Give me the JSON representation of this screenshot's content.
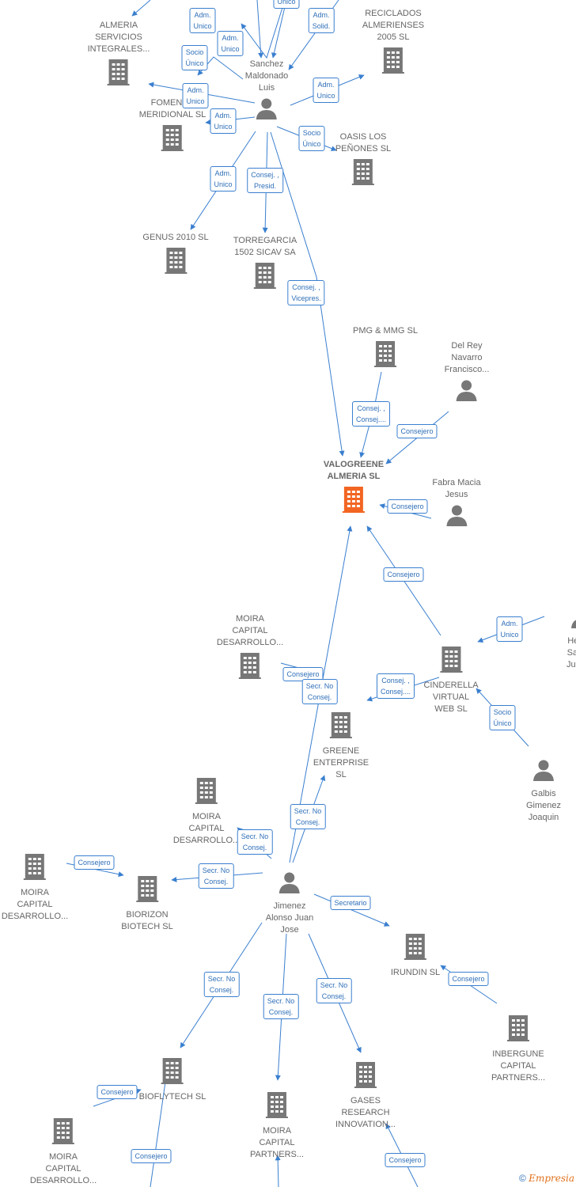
{
  "colors": {
    "edge": "#3a7fcf",
    "icon": "#777777",
    "focus_icon": "#f26522"
  },
  "nodes": [
    {
      "id": "alm_serv",
      "type": "company",
      "label": [
        "ALMERIA",
        "SERVICIOS",
        "INTEGRALES..."
      ]
    },
    {
      "id": "reciclados",
      "type": "company",
      "label": [
        "RECICLADOS",
        "ALMERIENSES",
        "2005 SL"
      ]
    },
    {
      "id": "sanchez",
      "type": "person",
      "label": [
        "Sanchez",
        "Maldonado",
        "Luis"
      ]
    },
    {
      "id": "fomento",
      "type": "company",
      "label": [
        "FOMENTO",
        "MERIDIONAL SL"
      ]
    },
    {
      "id": "oasis",
      "type": "company",
      "label": [
        "OASIS LOS",
        "PEÑONES SL"
      ]
    },
    {
      "id": "genus",
      "type": "company",
      "label": [
        "GENUS 2010 SL"
      ]
    },
    {
      "id": "torre",
      "type": "company",
      "label": [
        "TORREGARCIA",
        "1502 SICAV SA"
      ]
    },
    {
      "id": "pmg",
      "type": "company",
      "label": [
        "PMG & MMG SL"
      ]
    },
    {
      "id": "delrey",
      "type": "person",
      "label": [
        "Del Rey",
        "Navarro",
        "Francisco..."
      ]
    },
    {
      "id": "valo",
      "type": "focus",
      "label": [
        "VALOGREENE",
        "ALMERIA SL"
      ]
    },
    {
      "id": "fabra",
      "type": "person",
      "label": [
        "Fabra Macia",
        "Jesus"
      ]
    },
    {
      "id": "hernan",
      "type": "person",
      "label": [
        "Hernan",
        "Samani",
        "Juan Jo"
      ]
    },
    {
      "id": "moira1",
      "type": "company",
      "label": [
        "MOIRA",
        "CAPITAL",
        "DESARROLLO..."
      ]
    },
    {
      "id": "cinder",
      "type": "company",
      "label": [
        "CINDERELLA",
        "VIRTUAL",
        "WEB SL"
      ]
    },
    {
      "id": "greene",
      "type": "company",
      "label": [
        "GREENE",
        "ENTERPRISE",
        "SL"
      ]
    },
    {
      "id": "galbis",
      "type": "person",
      "label": [
        "Galbis",
        "Gimenez",
        "Joaquin"
      ]
    },
    {
      "id": "moira2",
      "type": "company",
      "label": [
        "MOIRA",
        "CAPITAL",
        "DESARROLLO..."
      ]
    },
    {
      "id": "moira3",
      "type": "company",
      "label": [
        "MOIRA",
        "CAPITAL",
        "DESARROLLO..."
      ]
    },
    {
      "id": "biorizon",
      "type": "company",
      "label": [
        "BIORIZON",
        "BIOTECH SL"
      ]
    },
    {
      "id": "jimenez",
      "type": "person",
      "label": [
        "Jimenez",
        "Alonso Juan",
        "Jose"
      ]
    },
    {
      "id": "irundin",
      "type": "company",
      "label": [
        "IRUNDIN SL"
      ]
    },
    {
      "id": "inbergune",
      "type": "company",
      "label": [
        "INBERGUNE",
        "CAPITAL",
        "PARTNERS..."
      ]
    },
    {
      "id": "bioflytech",
      "type": "company",
      "label": [
        "BIOFLYTECH SL"
      ]
    },
    {
      "id": "moira_cp",
      "type": "company",
      "label": [
        "MOIRA",
        "CAPITAL",
        "PARTNERS..."
      ]
    },
    {
      "id": "gases",
      "type": "company",
      "label": [
        "GASES",
        "RESEARCH",
        "INNOVATION..."
      ]
    },
    {
      "id": "moira4",
      "type": "company",
      "label": [
        "MOIRA",
        "CAPITAL",
        "DESARROLLO..."
      ]
    }
  ],
  "relations": [
    {
      "label": [
        "Adm.",
        "Unico"
      ]
    },
    {
      "label": [
        "Adm.",
        "Unico"
      ]
    },
    {
      "label": [
        "Unico"
      ]
    },
    {
      "label": [
        "Adm.",
        "Solid."
      ]
    },
    {
      "label": [
        "Socio",
        "Único"
      ]
    },
    {
      "label": [
        "Adm.",
        "Unico"
      ]
    },
    {
      "label": [
        "Adm.",
        "Unico"
      ]
    },
    {
      "label": [
        "Adm.",
        "Unico"
      ]
    },
    {
      "label": [
        "Socio",
        "Único"
      ]
    },
    {
      "label": [
        "Adm.",
        "Unico"
      ]
    },
    {
      "label": [
        "Consej. ,",
        "Presid."
      ]
    },
    {
      "label": [
        "Consej. ,",
        "Vicepres."
      ]
    },
    {
      "label": [
        "Consej. ,",
        "Consej...."
      ]
    },
    {
      "label": [
        "Consejero"
      ]
    },
    {
      "label": [
        "Consejero"
      ]
    },
    {
      "label": [
        "Consejero"
      ]
    },
    {
      "label": [
        "Adm.",
        "Unico"
      ]
    },
    {
      "label": [
        "Consej. ,",
        "Consej...."
      ]
    },
    {
      "label": [
        "Socio",
        "Único"
      ]
    },
    {
      "label": [
        "Consejero"
      ]
    },
    {
      "label": [
        "Secr. No",
        "Consej."
      ]
    },
    {
      "label": [
        "Secr. No",
        "Consej."
      ]
    },
    {
      "label": [
        "Secr. No",
        "Consej."
      ]
    },
    {
      "label": [
        "Secr. No",
        "Consej."
      ]
    },
    {
      "label": [
        "Consejero"
      ]
    },
    {
      "label": [
        "Secretario"
      ]
    },
    {
      "label": [
        "Consejero"
      ]
    },
    {
      "label": [
        "Secr. No",
        "Consej."
      ]
    },
    {
      "label": [
        "Secr. No",
        "Consej."
      ]
    },
    {
      "label": [
        "Secr. No",
        "Consej."
      ]
    },
    {
      "label": [
        "Consejero"
      ]
    },
    {
      "label": [
        "Consejero"
      ]
    },
    {
      "label": [
        "Consejero"
      ]
    }
  ],
  "watermark": {
    "copy": "©",
    "brand_initial": "E",
    "brand_rest": "mpresia"
  }
}
